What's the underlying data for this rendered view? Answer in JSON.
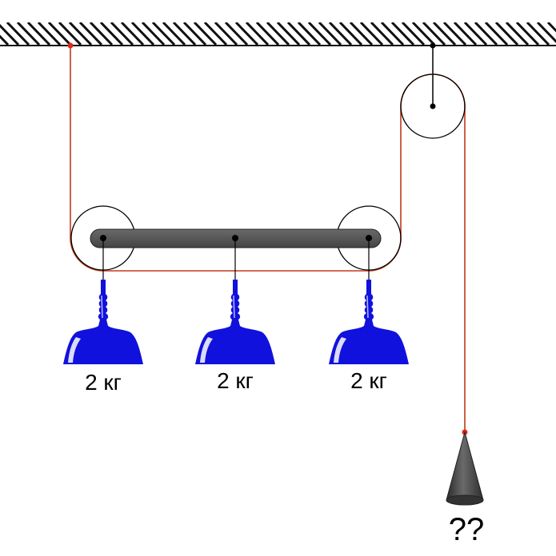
{
  "colors": {
    "rope": "#c0391b",
    "rope_dot": "#e0281c",
    "ceiling": "#111111",
    "bar": "#555555",
    "lamp": "#1111dd",
    "cone": "#444444",
    "text": "#000000"
  },
  "weights": {
    "left": "2 кг",
    "middle": "2 кг",
    "right": "2 кг"
  },
  "unknown_mass": "??"
}
